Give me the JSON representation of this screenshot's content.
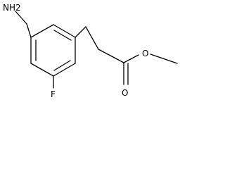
{
  "molecule": {
    "atoms": {
      "amine": "NH2",
      "fluorine": "F",
      "ester_oxygen": "O",
      "carbonyl_oxygen": "O"
    }
  },
  "colors": {
    "bond": "#000000",
    "background": "#ffffff"
  }
}
